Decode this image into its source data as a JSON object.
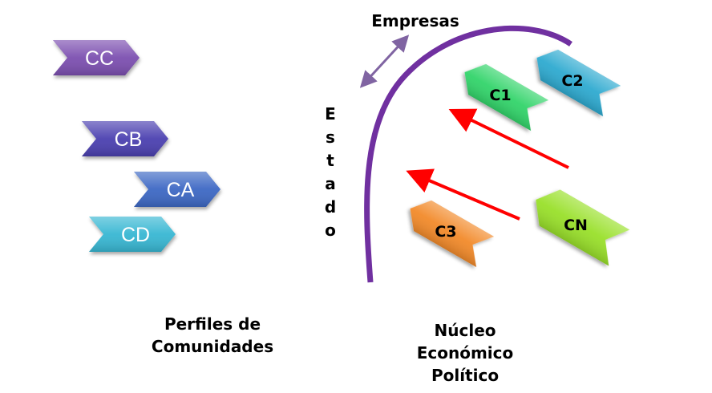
{
  "profiles": {
    "caption_line1": "Perfiles de",
    "caption_line2": "Comunidades",
    "items": [
      {
        "id": "cc",
        "label": "CC",
        "color": "#7c4fb0"
      },
      {
        "id": "cb",
        "label": "CB",
        "color": "#4b3fb0"
      },
      {
        "id": "ca",
        "label": "CA",
        "color": "#3d68c4"
      },
      {
        "id": "cd",
        "label": "CD",
        "color": "#39b7d3"
      }
    ]
  },
  "core": {
    "caption_line1": "Núcleo",
    "caption_line2": "Económico",
    "caption_line3": "Político",
    "empresas_label": "Empresas",
    "estado_letters": [
      "E",
      "s",
      "t",
      "a",
      "d",
      "o"
    ],
    "boundary_color": "#7030a0",
    "double_arrow_color": "#8064a2",
    "flow_arrow_color": "#ff0000",
    "items": [
      {
        "id": "c1",
        "label": "C1",
        "color": "#33d46a"
      },
      {
        "id": "c2",
        "label": "C2",
        "color": "#2eaad0"
      },
      {
        "id": "c3",
        "label": "C3",
        "color": "#f28a2b"
      },
      {
        "id": "cn",
        "label": "CN",
        "color": "#99e02a"
      }
    ]
  }
}
